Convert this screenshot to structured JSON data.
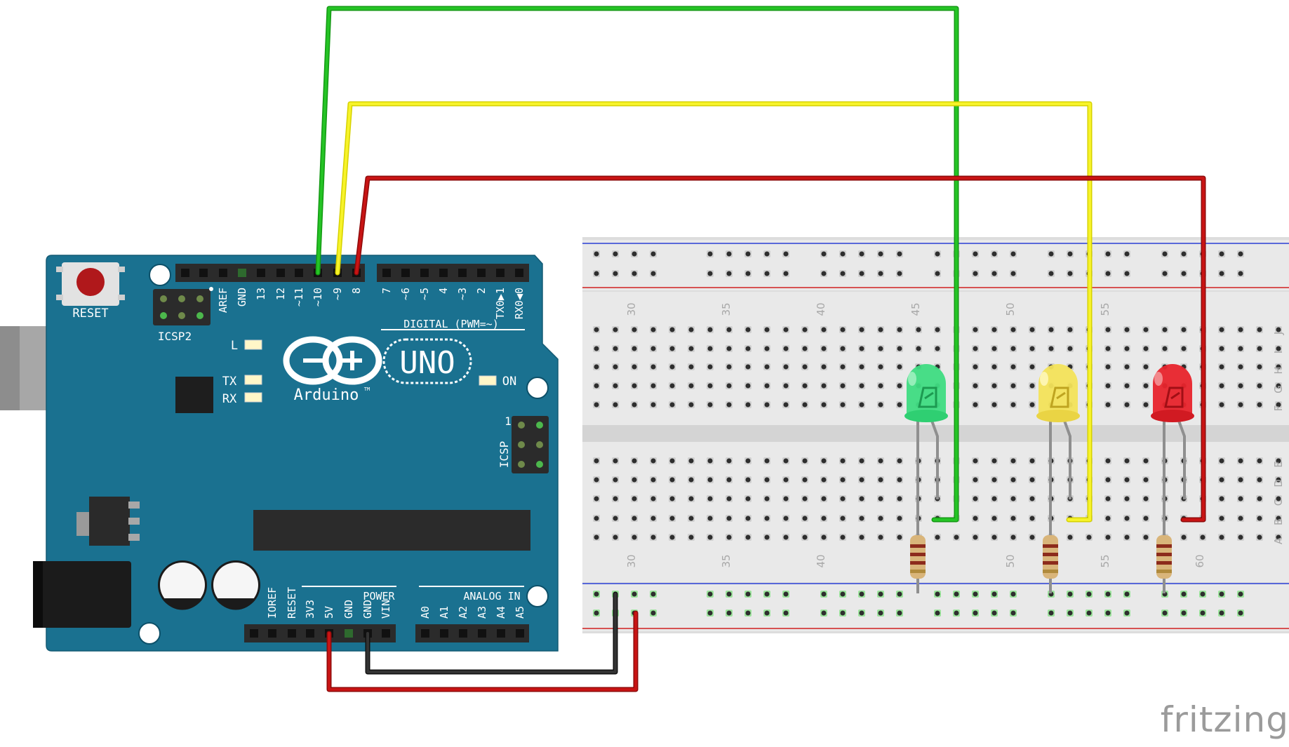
{
  "board": {
    "reset_label": "RESET",
    "icsp2_label": "ICSP2",
    "icsp_label": "ICSP",
    "icsp_pin1": "1",
    "logo_text": "Arduino",
    "tm": "TM",
    "model": "UNO",
    "led_labels": [
      "L",
      "TX",
      "RX"
    ],
    "on_label": "ON",
    "digital_label": "DIGITAL (PWM=~)",
    "power_label": "POWER",
    "analog_label": "ANALOG IN",
    "top_pins": [
      "AREF",
      "GND",
      "13",
      "12",
      "~11",
      "~10",
      "~9",
      "8"
    ],
    "top_pins2": [
      "7",
      "~6",
      "~5",
      "4",
      "~3",
      "2",
      "TX0▶1",
      "RX0◀0"
    ],
    "power_pins": [
      "IOREF",
      "RESET",
      "3V3",
      "5V",
      "GND",
      "GND",
      "VIN"
    ],
    "analog_pins": [
      "A0",
      "A1",
      "A2",
      "A3",
      "A4",
      "A5"
    ]
  },
  "breadboard": {
    "column_numbers": [
      "30",
      "35",
      "40",
      "45",
      "50",
      "55",
      "60"
    ],
    "row_letters_top": [
      "J",
      "I",
      "H",
      "G",
      "F"
    ],
    "row_letters_bottom": [
      "E",
      "D",
      "C",
      "B",
      "A"
    ]
  },
  "components": {
    "leds": [
      "green-led",
      "yellow-led",
      "red-led"
    ],
    "colors": {
      "board": "#1a7190",
      "wire_green": "#1eb11e",
      "wire_yellow": "#f2ee16",
      "wire_red": "#c01010",
      "wire_black": "#222222",
      "led_green": "#3fdc82",
      "led_yellow": "#f3e35a",
      "led_red": "#e8242c"
    }
  },
  "watermark": "fritzing"
}
